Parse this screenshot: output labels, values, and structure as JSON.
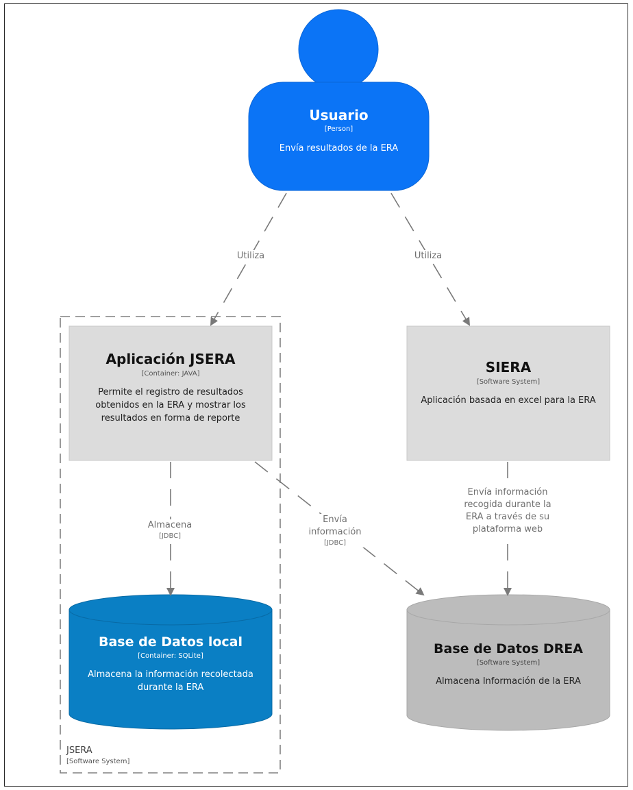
{
  "colors": {
    "person": "#0b74f6",
    "container": "#dcdcdc",
    "local_db": "#0a7fc4",
    "external_db": "#bcbcbc",
    "arrow": "#7a7a7a",
    "boundary": "#808080"
  },
  "nodes": {
    "usuario": {
      "title": "Usuario",
      "tech": "[Person]",
      "desc": "Envía resultados de la ERA"
    },
    "jsera_app": {
      "title": "Aplicación JSERA",
      "tech": "[Container: JAVA]",
      "desc": "Permite el registro de resultados obtenidos en la ERA y mostrar los resultados en forma de reporte"
    },
    "siera": {
      "title": "SIERA",
      "tech": "[Software System]",
      "desc": "Aplicación basada en excel para la ERA"
    },
    "local_db": {
      "title": "Base de Datos local",
      "tech": "[Container: SQLite]",
      "desc": "Almacena la información recolectada durante la ERA"
    },
    "drea_db": {
      "title": "Base de Datos DREA",
      "tech": "[Software System]",
      "desc": "Almacena Información de la ERA"
    }
  },
  "boundary": {
    "name": "JSERA",
    "tech": "[Software System]"
  },
  "relations": {
    "user_to_jsera": {
      "label": "Utiliza"
    },
    "user_to_siera": {
      "label": "Utiliza"
    },
    "jsera_to_local": {
      "label": "Almacena",
      "tech": "[JDBC]"
    },
    "jsera_to_drea": {
      "label": "Envía información",
      "tech": "[JDBC]"
    },
    "siera_to_drea": {
      "label": "Envía información recogida durante la ERA a través de su plataforma web"
    }
  }
}
